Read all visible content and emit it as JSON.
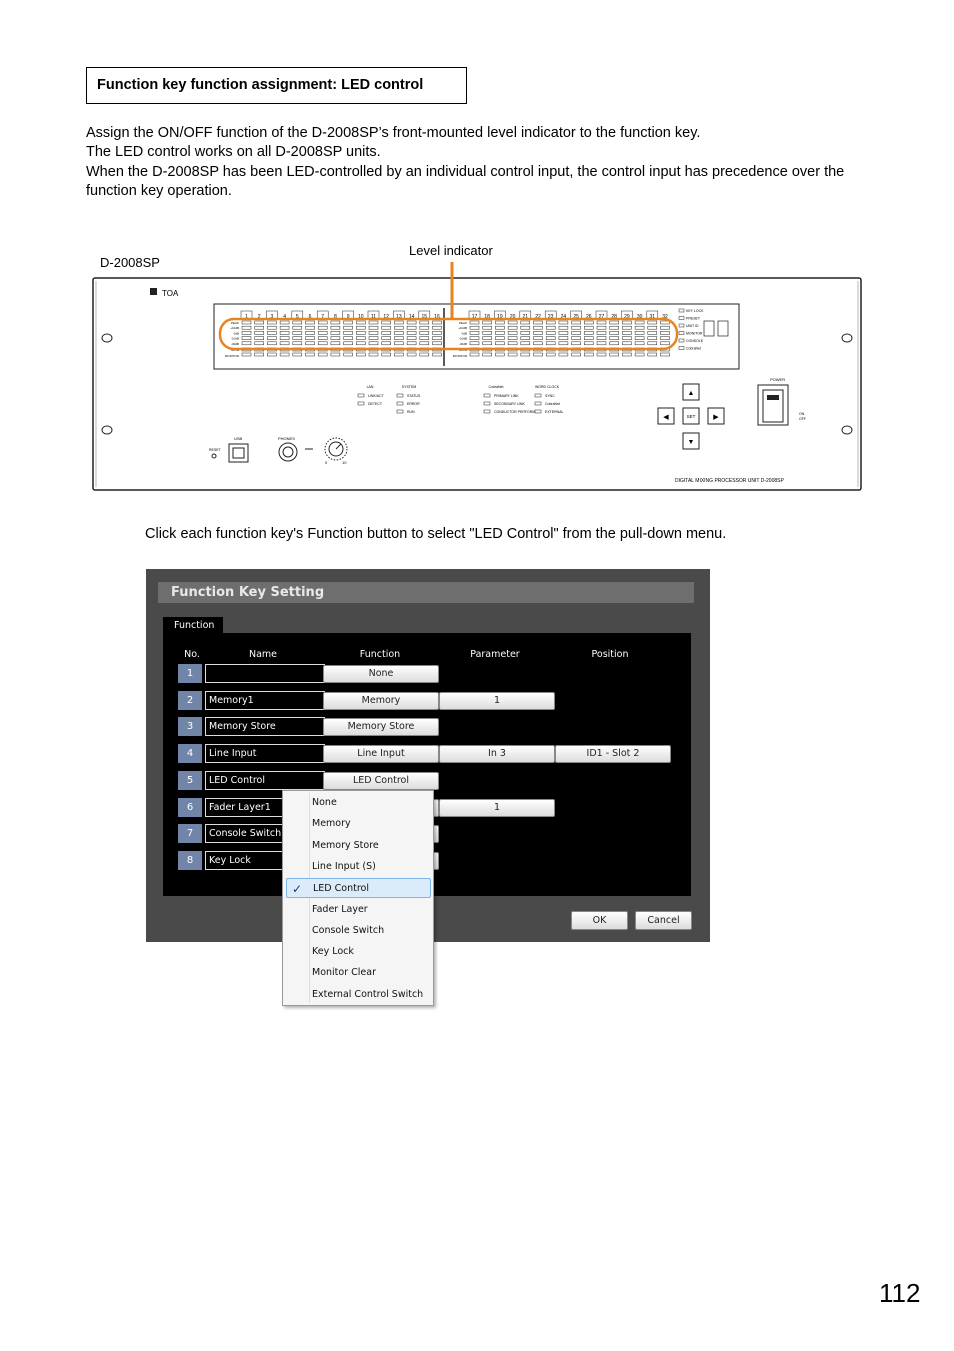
{
  "heading": "Function key function assignment: LED control",
  "intro": {
    "line1": "Assign the ON/OFF function of the D-2008SP’s front-mounted level indicator to the function key.",
    "line2": "The LED control works on all D-2008SP units.",
    "line3": "When the D-2008SP has been LED-controlled by an individual control input, the control input has precedence over the function key operation."
  },
  "figure": {
    "device_label": "D-2008SP",
    "callout_label": "Level indicator",
    "brand": "TOA",
    "channels_left": [
      "1",
      "2",
      "3",
      "4",
      "5",
      "6",
      "7",
      "8",
      "9",
      "10",
      "11",
      "12",
      "13",
      "14",
      "15",
      "16"
    ],
    "channels_right": [
      "17",
      "18",
      "19",
      "20",
      "21",
      "22",
      "23",
      "24",
      "25",
      "26",
      "27",
      "28",
      "29",
      "30",
      "31",
      "32"
    ],
    "meter_labels": [
      "PEAK",
      "+10dB",
      "0dB",
      "-10dB",
      "-30dB"
    ],
    "gate_label": "GATE",
    "monitor_label": "MONITOR",
    "status_right": [
      "KEY LOCK",
      "PRESET",
      "UNIT ID",
      "MONITOR",
      "CONSOLE",
      "CobraNet"
    ],
    "lan": {
      "title": "LAN",
      "items": [
        "LINK/ACT",
        "DETECT"
      ]
    },
    "system": {
      "title": "SYSTEM",
      "items": [
        "STATUS",
        "ERROR",
        "RUN"
      ]
    },
    "cobranet": {
      "title": "CobraNet",
      "items": [
        "PRIMARY LINK",
        "SECONDARY LINK",
        "CONDUCTOR PERFORMER"
      ]
    },
    "word_clock": {
      "title": "WORD CLOCK",
      "items": [
        "SYNC",
        "CobraNet",
        "EXTERNAL"
      ]
    },
    "set_label": "SET",
    "power_label": "POWER",
    "power_on": "ON",
    "power_off": "OFF",
    "reset_label": "RESET",
    "usb_label": "USB",
    "phones_label": "PHONES",
    "knob_min": "0",
    "knob_max": "10",
    "unit_name": "DIGITAL MIXING PROCESSOR UNIT D-2008SP"
  },
  "instruction": "Click each function key's Function button to select \"LED Control\" from the pull-down menu.",
  "dialog": {
    "title": "Function Key Setting",
    "tab": "Function",
    "headers": {
      "no": "No.",
      "name": "Name",
      "function": "Function",
      "parameter": "Parameter",
      "position": "Position"
    },
    "rows": [
      {
        "no": "1",
        "name": "",
        "function": "None",
        "parameter": "",
        "position": ""
      },
      {
        "no": "2",
        "name": "Memory1",
        "function": "Memory",
        "parameter": "1",
        "position": ""
      },
      {
        "no": "3",
        "name": "Memory Store",
        "function": "Memory Store",
        "parameter": "",
        "position": ""
      },
      {
        "no": "4",
        "name": "Line Input",
        "function": "Line Input",
        "parameter": "In 3",
        "position": "ID1 - Slot 2"
      },
      {
        "no": "5",
        "name": "LED Control",
        "function": "LED Control",
        "parameter": "",
        "position": ""
      },
      {
        "no": "6",
        "name": "Fader Layer1",
        "function": "",
        "parameter": "1",
        "position": ""
      },
      {
        "no": "7",
        "name": "Console Switch",
        "function": "",
        "parameter": "",
        "position": ""
      },
      {
        "no": "8",
        "name": "Key Lock",
        "function": "",
        "parameter": "",
        "position": ""
      }
    ],
    "ok": "OK",
    "cancel": "Cancel",
    "menu": {
      "items": [
        "None",
        "Memory",
        "Memory Store",
        "Line Input (S)",
        "LED Control",
        "Fader Layer",
        "Console Switch",
        "Key Lock",
        "Monitor Clear",
        "External Control Switch"
      ],
      "selected": "LED Control"
    }
  },
  "page_number": "112",
  "colors": {
    "callout": "#e8841e",
    "number_cell": "#7185a8",
    "dialog_bg": "#4a4a4a"
  }
}
